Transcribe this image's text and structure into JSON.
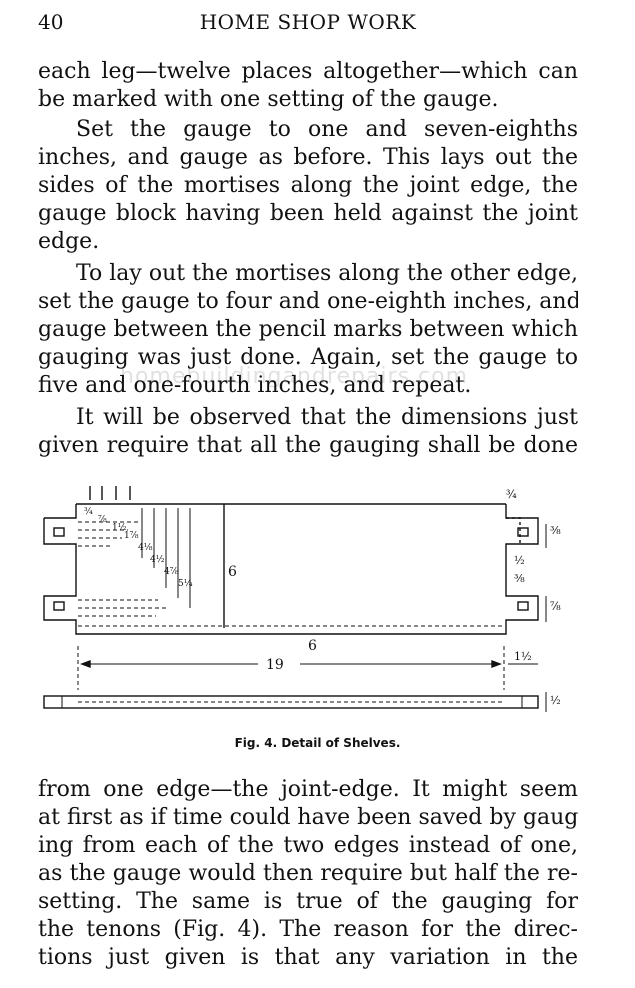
{
  "header": {
    "page_number": "40",
    "running_title": "HOME SHOP WORK"
  },
  "lines_top": [
    "each leg—twelve places altogether—which can",
    "be marked with one setting of the gauge.",
    "Set the gauge to one and seven-eighths",
    "inches, and gauge as before. This lays out the",
    "sides of the mortises along the joint edge, the",
    "gauge block having been held against the joint",
    "edge.",
    "To lay out the mortises along the other edge,",
    "set the gauge to four and one-eighth inches, and",
    "gauge between the pencil marks between which",
    "gauging was just done. Again, set the gauge to",
    "five and one-fourth inches, and repeat.",
    "It will be observed that the dimensions just",
    "given require that all the gauging shall be done"
  ],
  "watermark": "homebuildingandrepairs.com",
  "figure": {
    "dims": {
      "d6_vert": "6",
      "d6_horiz": "6",
      "d19": "19",
      "d1_2_bottom": "1½",
      "d3_4_top": "¾",
      "d3_8_right": "⅜",
      "d1_2_right": "½",
      "d3_8_mid": "⅜",
      "d7_8_right": "⅞",
      "d1_2_side": "½",
      "left_dims": [
        "¾",
        "⅞",
        "1½",
        "1⅞",
        "4⅛",
        "4½",
        "4⅞",
        "5¼"
      ]
    },
    "caption": "Fig. 4. Detail of Shelves."
  },
  "lines_bottom": [
    "from one edge—the joint-edge. It might seem",
    "at first as if time could have been saved by gaug-",
    "ing from each of the two edges instead of one,",
    "as the gauge would then require but half the re-",
    "setting. The same is true of the gauging for",
    "the tenons (Fig. 4). The reason for the direc-",
    "tions just given is that any variation in the"
  ]
}
